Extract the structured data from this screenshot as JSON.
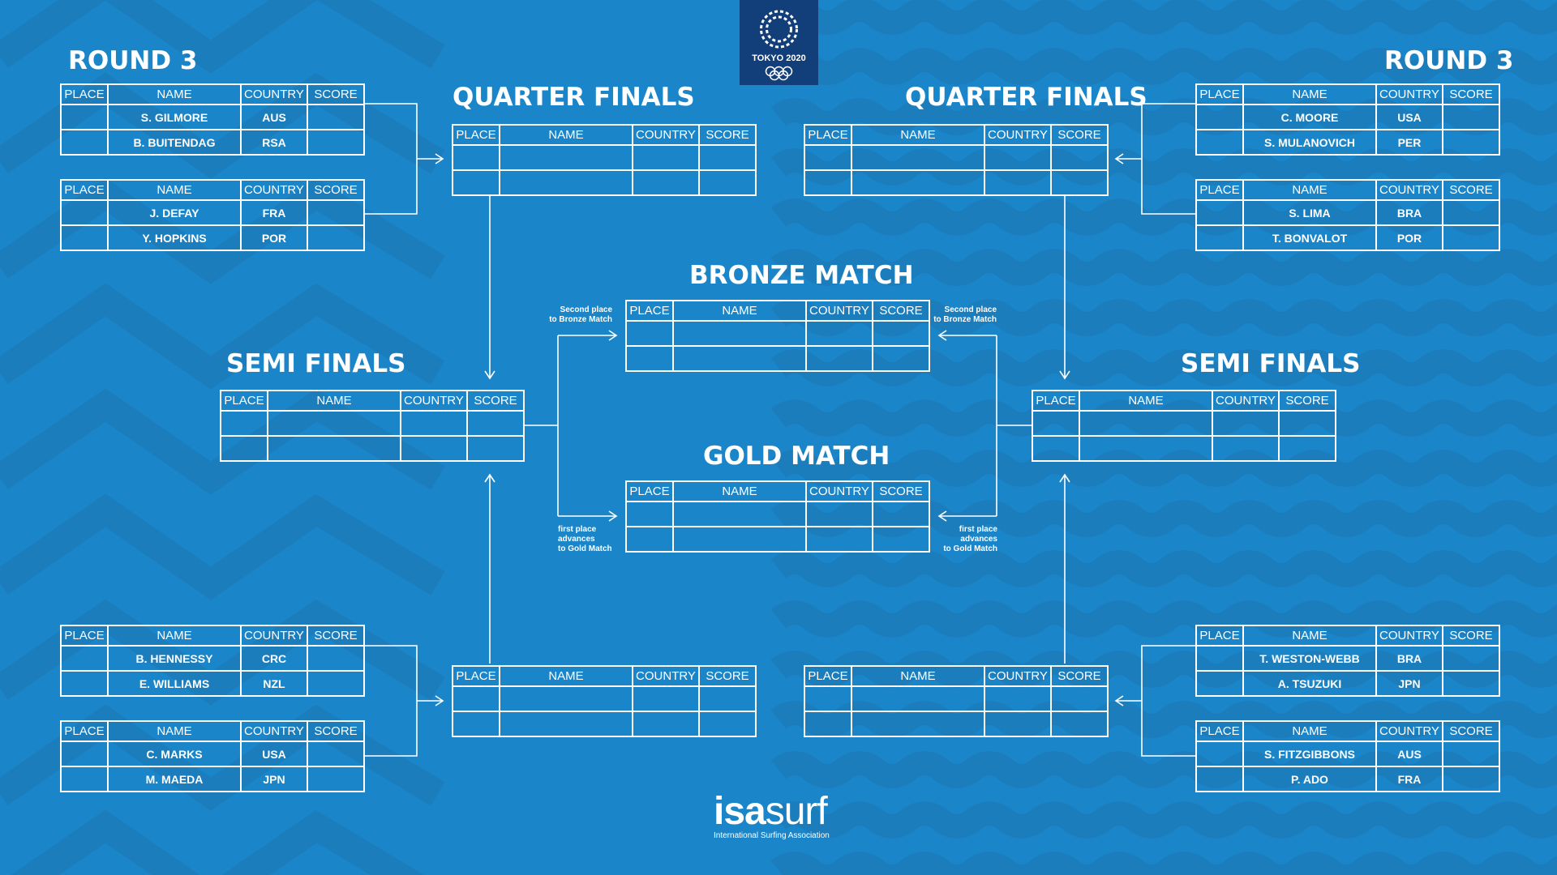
{
  "titles": {
    "round3_left": "ROUND 3",
    "round3_right": "ROUND 3",
    "qf_left": "QUARTER FINALS",
    "qf_right": "QUARTER FINALS",
    "semi_left": "SEMI FINALS",
    "semi_right": "SEMI FINALS",
    "bronze": "BRONZE MATCH",
    "gold": "GOLD MATCH"
  },
  "headers": [
    "PLACE",
    "NAME",
    "COUNTRY",
    "SCORE"
  ],
  "heats": [
    {
      "rows": [
        {
          "place": "",
          "name": "S. GILMORE",
          "country": "AUS",
          "score": ""
        },
        {
          "place": "",
          "name": "B. BUITENDAG",
          "country": "RSA",
          "score": ""
        }
      ]
    },
    {
      "rows": [
        {
          "place": "",
          "name": "J. DEFAY",
          "country": "FRA",
          "score": ""
        },
        {
          "place": "",
          "name": "Y. HOPKINS",
          "country": "POR",
          "score": ""
        }
      ]
    },
    {
      "rows": [
        {
          "place": "",
          "name": "B. HENNESSY",
          "country": "CRC",
          "score": ""
        },
        {
          "place": "",
          "name": "E. WILLIAMS",
          "country": "NZL",
          "score": ""
        }
      ]
    },
    {
      "rows": [
        {
          "place": "",
          "name": "C. MARKS",
          "country": "USA",
          "score": ""
        },
        {
          "place": "",
          "name": "M. MAEDA",
          "country": "JPN",
          "score": ""
        }
      ]
    },
    {
      "rows": [
        {
          "place": "",
          "name": "C. MOORE",
          "country": "USA",
          "score": ""
        },
        {
          "place": "",
          "name": "S. MULANOVICH",
          "country": "PER",
          "score": ""
        }
      ]
    },
    {
      "rows": [
        {
          "place": "",
          "name": "S. LIMA",
          "country": "BRA",
          "score": ""
        },
        {
          "place": "",
          "name": "T. BONVALOT",
          "country": "POR",
          "score": ""
        }
      ]
    },
    {
      "rows": [
        {
          "place": "",
          "name": "T. WESTON-WEBB",
          "country": "BRA",
          "score": ""
        },
        {
          "place": "",
          "name": "A. TSUZUKI",
          "country": "JPN",
          "score": ""
        }
      ]
    },
    {
      "rows": [
        {
          "place": "",
          "name": "S. FITZGIBBONS",
          "country": "AUS",
          "score": ""
        },
        {
          "place": "",
          "name": "P. ADO",
          "country": "FRA",
          "score": ""
        }
      ]
    },
    {
      "rows": [
        {
          "place": "",
          "name": "",
          "country": "",
          "score": ""
        },
        {
          "place": "",
          "name": "",
          "country": "",
          "score": ""
        }
      ]
    },
    {
      "rows": [
        {
          "place": "",
          "name": "",
          "country": "",
          "score": ""
        },
        {
          "place": "",
          "name": "",
          "country": "",
          "score": ""
        }
      ]
    },
    {
      "rows": [
        {
          "place": "",
          "name": "",
          "country": "",
          "score": ""
        },
        {
          "place": "",
          "name": "",
          "country": "",
          "score": ""
        }
      ]
    },
    {
      "rows": [
        {
          "place": "",
          "name": "",
          "country": "",
          "score": ""
        },
        {
          "place": "",
          "name": "",
          "country": "",
          "score": ""
        }
      ]
    },
    {
      "rows": [
        {
          "place": "",
          "name": "",
          "country": "",
          "score": ""
        },
        {
          "place": "",
          "name": "",
          "country": "",
          "score": ""
        }
      ]
    },
    {
      "rows": [
        {
          "place": "",
          "name": "",
          "country": "",
          "score": ""
        },
        {
          "place": "",
          "name": "",
          "country": "",
          "score": ""
        }
      ]
    },
    {
      "rows": [
        {
          "place": "",
          "name": "",
          "country": "",
          "score": ""
        },
        {
          "place": "",
          "name": "",
          "country": "",
          "score": ""
        }
      ]
    },
    {
      "rows": [
        {
          "place": "",
          "name": "",
          "country": "",
          "score": ""
        },
        {
          "place": "",
          "name": "",
          "country": "",
          "score": ""
        }
      ]
    }
  ],
  "notes": {
    "bronze_left": "Second place\nto Bronze Match",
    "bronze_right": "Second place\nto Bronze Match",
    "gold_left": "first place\nadvances\nto Gold Match",
    "gold_right": "first place\nadvances\nto Gold Match"
  },
  "logos": {
    "tokyo_text": "TOKYO 2020",
    "tokyo_icon": "olympic-emblem-icon",
    "isa_main_bold": "isa",
    "isa_main_thin": "surf",
    "isa_sub": "International Surfing Association"
  },
  "colors": {
    "background": "#1a86c9",
    "background_dark": "#1a7bbb",
    "logo_box": "#123f7a",
    "line": "#ffffff"
  }
}
